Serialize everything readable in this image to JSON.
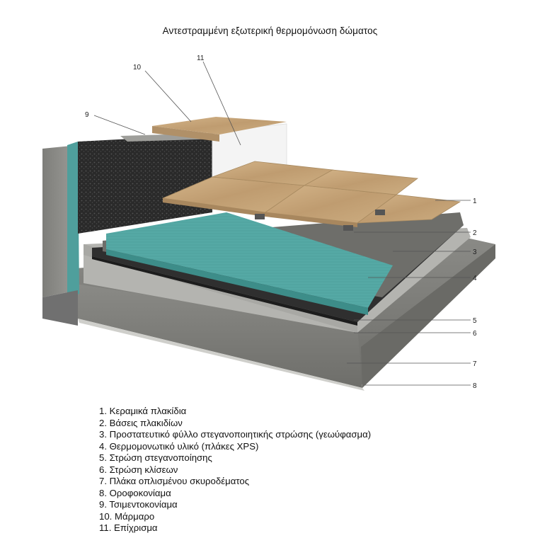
{
  "title": "Αντεστραμμένη εξωτερική θερμομόνωση δώματος",
  "callouts": [
    "1",
    "2",
    "3",
    "4",
    "5",
    "6",
    "7",
    "8",
    "9",
    "10",
    "11"
  ],
  "legend": [
    "1.   Κεραμικά πλακίδια",
    "2.   Βάσεις πλακιδίων",
    "3.   Προστατευτικό φύλλο στεγανοποιητικής στρώσης (γεωύφασμα)",
    "4.   Θερμομονωτικό υλικό (πλάκες XPS)",
    "5.   Στρώση στεγανοποίησης",
    "6.   Στρώση κλίσεων",
    "7.   Πλάκα οπλισμένου σκυροδέματος",
    "8.   Οροφοκονίαμα",
    "9.  Τσιμεντοκονίαμα",
    "10. Μάρμαρο",
    "11. Επίχρισμα"
  ],
  "colors": {
    "concrete": "#8f8f8b",
    "insulation_xps": "#4fa3a0",
    "tiles": "#c9a77a",
    "waterproofing": "#2b2b2b",
    "render": "#f2f2f2"
  }
}
